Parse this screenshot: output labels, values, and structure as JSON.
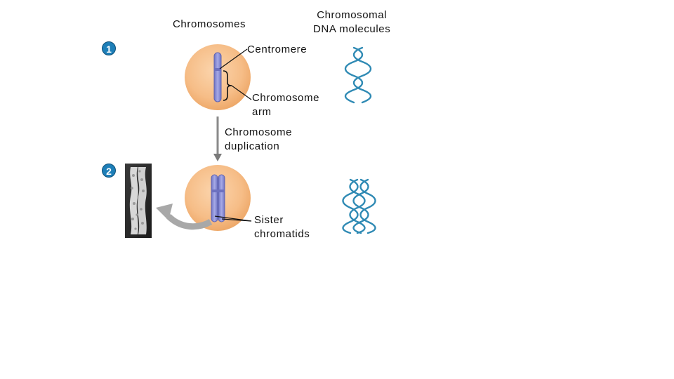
{
  "labels": {
    "chromosomes": "Chromosomes",
    "dna_molecules": "Chromosomal\nDNA molecules",
    "centromere": "Centromere",
    "chromosome_arm": "Chromosome\narm",
    "duplication": "Chromosome\nduplication",
    "sister_chromatids": "Sister\nchromatids"
  },
  "steps": [
    "1",
    "2"
  ],
  "colors": {
    "cell_fill": "#f6bd87",
    "cell_edge": "#e9a466",
    "chromosome": "#8f93d8",
    "chromosome_edge": "#5e62b0",
    "dna": "#2f8ab4",
    "arrow": "#8a8a8a",
    "step_badge": "#1e7fb8"
  }
}
